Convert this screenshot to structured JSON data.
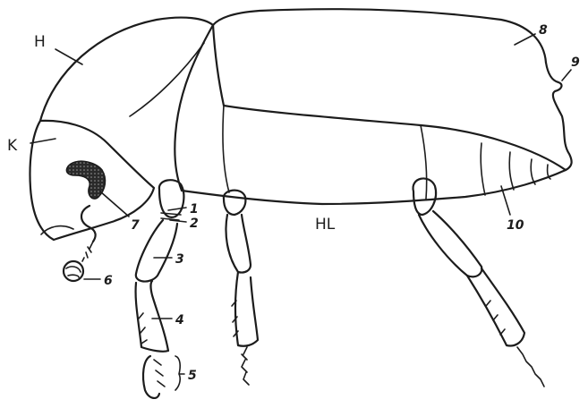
{
  "labels": {
    "H": "H",
    "K": "K",
    "HL": "HL",
    "n1": "1",
    "n2": "2",
    "n3": "3",
    "n4": "4",
    "n5": "5",
    "n6": "6",
    "n7": "7",
    "n8": "8",
    "n9": "9",
    "n10": "10"
  },
  "colors": {
    "ink": "#1c1c1c",
    "background": "#ffffff"
  }
}
